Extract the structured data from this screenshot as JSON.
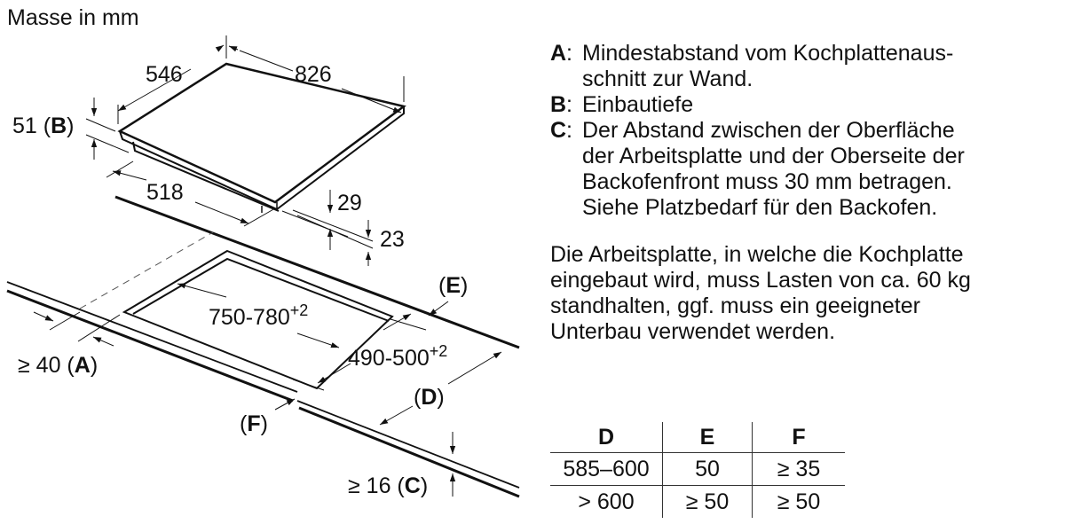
{
  "title": "Masse in mm",
  "diagram": {
    "hob_width": "546",
    "hob_length": "826",
    "depth_b": "51",
    "depth_b_label": "B",
    "frame_length": "518",
    "dim_29": "29",
    "dim_23": "23",
    "cutout_length": "750-780",
    "cutout_length_tol": "+2",
    "cutout_depth": "490-500",
    "cutout_depth_tol": "+2",
    "wall_distance": "≥ 40",
    "wall_distance_label": "A",
    "label_e": "E",
    "label_d": "D",
    "label_f": "F",
    "worktop_thickness": "≥ 16",
    "worktop_thickness_label": "C"
  },
  "legend": [
    {
      "key": "A",
      "lines": [
        "Mindestabstand vom Kochplattenaus-",
        "schnitt zur Wand."
      ]
    },
    {
      "key": "B",
      "lines": [
        "Einbautiefe"
      ]
    },
    {
      "key": "C",
      "lines": [
        "Der Abstand zwischen der Oberfläche",
        "der Arbeitsplatte und der Oberseite der",
        "Backofenfront muss 30 mm betragen.",
        "Siehe Platzbedarf für den Backofen."
      ]
    }
  ],
  "note": {
    "lines": [
      "Die Arbeitsplatte, in welche die Kochplatte",
      "eingebaut wird, muss Lasten von ca. 60 kg",
      "standhalten, ggf. muss ein geeigneter",
      "Unterbau verwendet werden."
    ]
  },
  "table": {
    "headers": [
      "D",
      "E",
      "F"
    ],
    "rows": [
      [
        "585–600",
        "50",
        "≥ 35"
      ],
      [
        "> 600",
        "≥ 50",
        "≥ 50"
      ]
    ]
  }
}
